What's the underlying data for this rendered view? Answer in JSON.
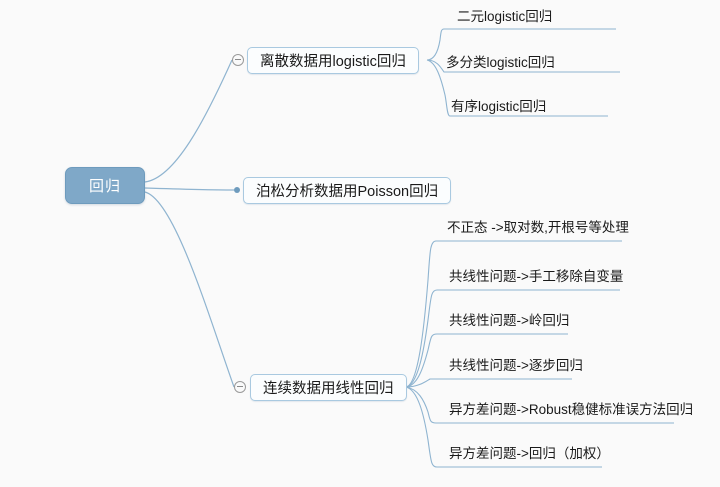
{
  "canvas": {
    "background": "#fafafa",
    "link_color": "#8fb4d0",
    "root_fill": "#7fa8c8",
    "node_border": "#a9c9e0",
    "node_fill": "#fbfdfe",
    "text_color": "#1a1a1a"
  },
  "root": {
    "label": "回归"
  },
  "branches": [
    {
      "id": "logistic",
      "label": "离散数据用logistic回归",
      "toggle": "collapse-minus-icon",
      "leaves": [
        {
          "label": "二元logistic回归"
        },
        {
          "label": "多分类logistic回归"
        },
        {
          "label": "有序logistic回归"
        }
      ]
    },
    {
      "id": "poisson",
      "label": "泊松分析数据用Poisson回归",
      "toggle": "branch-dot-icon",
      "leaves": []
    },
    {
      "id": "linear",
      "label": "连续数据用线性回归",
      "toggle": "collapse-minus-icon",
      "leaves": [
        {
          "label": "不正态 ->取对数,开根号等处理"
        },
        {
          "label": "共线性问题->手工移除自变量"
        },
        {
          "label": "共线性问题->岭回归"
        },
        {
          "label": "共线性问题->逐步回归"
        },
        {
          "label": "异方差问题->Robust稳健标准误方法回归"
        },
        {
          "label": "异方差问题->回归（加权）"
        }
      ]
    }
  ]
}
